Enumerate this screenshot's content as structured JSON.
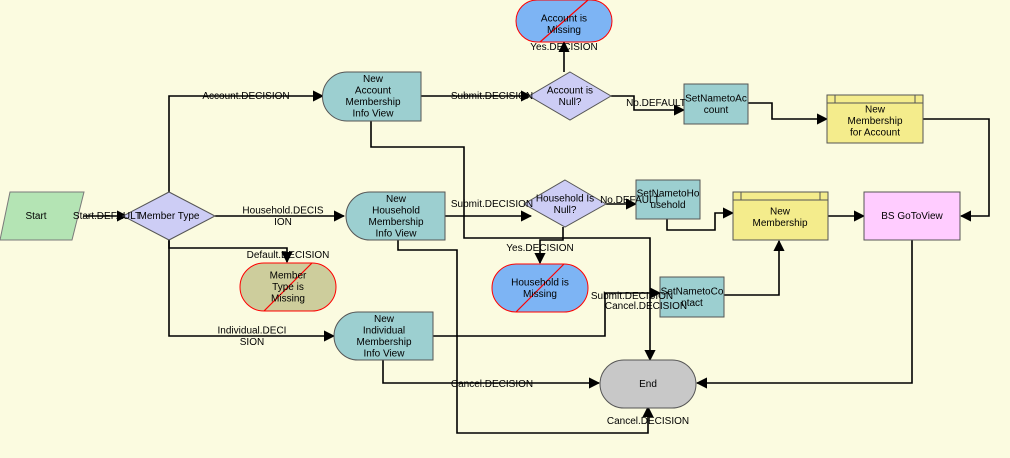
{
  "nodes": {
    "start": "Start",
    "member_type": "Member Type",
    "new_account_view": "New\nAccount\nMembership\nInfo View",
    "account_missing": "Account is\nMissing",
    "account_null": "Account is\nNull?",
    "set_name_account": "SetNametoAc\ncount",
    "new_membership_account": "New\nMembership\nfor Account",
    "new_household_view": "New\nHousehold\nMembership\nInfo View",
    "household_null": "Household Is\nNull?",
    "set_name_household": "SetNametoHo\nusehold",
    "new_membership": "New\nMembership",
    "bs_gotoview": "BS GoToView",
    "member_type_missing": "Member\nType is\nMissing",
    "household_missing": "Household is\nMissing",
    "set_name_contact": "SetNametoCo\nntact",
    "new_individual_view": "New\nIndividual\nMembership\nInfo View",
    "end": "End"
  },
  "edge_labels": {
    "start_default": "Start.DEFAULT",
    "account_decision": "Account.DECISION",
    "household_decision": "Household.DECIS\nION",
    "default_decision": "Default.DECISION",
    "individual_decision": "Individual.DECI\nSION",
    "submit_account": "Submit.DECISION",
    "yes_account": "Yes.DECISION",
    "no_account": "No.DEFAULT",
    "submit_household": "Submit.DECISION",
    "no_household": "No.DEFAULT",
    "yes_household": "Yes.DECISION",
    "submit_individual": "Submit.DECISION",
    "cancel_individual_top": "Cancel.DECISION",
    "cancel_individual": "Cancel.DECISION",
    "cancel_household": "Cancel.DECISION"
  },
  "colors": {
    "background": "#fbfbe0",
    "start_fill": "#b4e4b4",
    "decision_fill": "#cdcdf5",
    "view_fill": "#9ccfd0",
    "task_fill": "#9ccfd0",
    "subprocess_fill": "#f4ec8c",
    "goto_fill": "#ffccff",
    "error_fill": "#7db4f4",
    "error_default_fill": "#cdcd9c",
    "end_fill": "#c8c8c8",
    "strike": "#ff0000"
  }
}
